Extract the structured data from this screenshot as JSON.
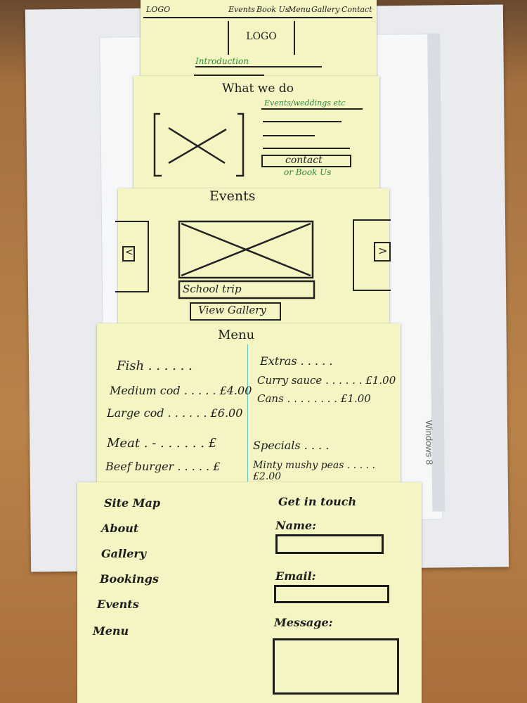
{
  "background": {
    "os_label": "Windows 8"
  },
  "header": {
    "logo_label": "LOGO",
    "nav": [
      "Events",
      "Book Us",
      "Menu",
      "Gallery",
      "Contact"
    ]
  },
  "hero": {
    "logo_label": "LOGO",
    "intro_text": "Introduction"
  },
  "what_we_do": {
    "title": "What we do",
    "subtitle": "Events/weddings etc",
    "cta_label": "contact",
    "cta_secondary": "or Book Us"
  },
  "events": {
    "title": "Events",
    "prev_label": "<",
    "next_label": ">",
    "caption": "School trip",
    "gallery_button": "View Gallery"
  },
  "menu": {
    "title": "Menu",
    "left": [
      {
        "item": "Fish . . . . . .",
        "price": ""
      },
      {
        "item": "Medium cod . . . . .",
        "price": "£4.00"
      },
      {
        "item": "Large cod . . . . . .",
        "price": "£6.00"
      },
      {
        "item": "Meat . - . . . . . .",
        "price": "£"
      },
      {
        "item": "Beef burger . . . . .",
        "price": "£"
      }
    ],
    "right": [
      {
        "item": "Extras . . . . .",
        "price": ""
      },
      {
        "item": "Curry sauce . . . . . .",
        "price": "£1.00"
      },
      {
        "item": "Cans . . . . . . . .",
        "price": "£1.00"
      },
      {
        "item": "Specials . . . .",
        "price": ""
      },
      {
        "item": "Minty mushy peas . . . . .",
        "price": "£2.00"
      }
    ]
  },
  "footer": {
    "sitemap": [
      "Site Map",
      "About",
      "Gallery",
      "Bookings",
      "Events",
      "Menu"
    ],
    "contact_title": "Get in touch",
    "name_label": "Name:",
    "email_label": "Email:",
    "message_label": "Message:"
  }
}
